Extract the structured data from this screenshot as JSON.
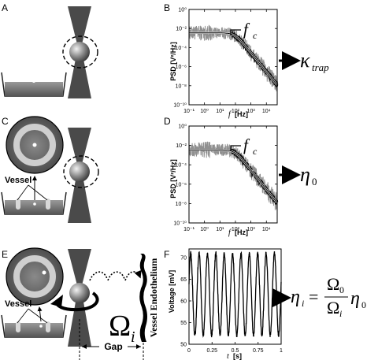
{
  "panels": {
    "A": {
      "letter": "A"
    },
    "B": {
      "letter": "B",
      "ylabel": "PSD [V²/Hz]",
      "xlabel_var": "f",
      "xlabel_unit": "[Hz]",
      "corner_label": "f",
      "corner_sub": "c",
      "result_symbol": "κ",
      "result_sub": "trap"
    },
    "C": {
      "letter": "C",
      "vessel_label": "Vessel"
    },
    "D": {
      "letter": "D",
      "ylabel": "PSD [V²/Hz]",
      "xlabel_var": "f",
      "xlabel_unit": "[Hz]",
      "corner_label": "f",
      "corner_sub": "c",
      "result_symbol": "η",
      "result_sub": "0"
    },
    "E": {
      "letter": "E",
      "vessel_label": "Vessel",
      "omega_symbol": "Ω",
      "omega_sub": "i",
      "endothelium_label": "Vessel Endothelium",
      "gap_label": "Gap"
    },
    "F": {
      "letter": "F",
      "ylabel": "Voltage [mV]",
      "xlabel_var": "t",
      "xlabel_unit": "[s]",
      "eq_lhs": "η",
      "eq_lhs_sub": "i",
      "eq_num": "Ω",
      "eq_num_sub": "0",
      "eq_den": "Ω",
      "eq_den_sub": "i",
      "eq_tail": "η",
      "eq_tail_sub": "0"
    }
  },
  "chart_data": [
    {
      "id": "B",
      "type": "line",
      "xscale": "log",
      "yscale": "log",
      "xlim": [
        0.1,
        50000
      ],
      "ylim": [
        1e-10,
        1
      ],
      "xticks": [
        0.1,
        1,
        10,
        100,
        1000,
        10000
      ],
      "xtick_labels": [
        "10⁻¹",
        "10⁰",
        "10¹",
        "10²",
        "10³",
        "10⁴"
      ],
      "yticks": [
        1e-10,
        1e-08,
        1e-06,
        0.0001,
        0.01,
        1
      ],
      "ytick_labels": [
        "10⁻¹⁰",
        "10⁻⁸",
        "10⁻⁶",
        "10⁻⁴",
        "10⁻²",
        "10⁰"
      ],
      "plateau": 0.0035,
      "corner_frequency": 90,
      "grid": false
    },
    {
      "id": "D",
      "type": "line",
      "xscale": "log",
      "yscale": "log",
      "xlim": [
        0.1,
        50000
      ],
      "ylim": [
        1e-10,
        1
      ],
      "xticks": [
        0.1,
        1,
        10,
        100,
        1000,
        10000
      ],
      "xtick_labels": [
        "10⁻¹",
        "10⁰",
        "10¹",
        "10²",
        "10³",
        "10⁴"
      ],
      "yticks": [
        1e-10,
        1e-08,
        1e-06,
        0.0001,
        0.01,
        1
      ],
      "ytick_labels": [
        "10⁻¹⁰",
        "10⁻⁸",
        "10⁻⁶",
        "10⁻⁴",
        "10⁻²",
        "10⁰"
      ],
      "plateau": 0.0035,
      "corner_frequency": 90,
      "grid": false
    },
    {
      "id": "F",
      "type": "line",
      "xlim": [
        0,
        1
      ],
      "ylim": [
        50,
        72
      ],
      "xticks": [
        0,
        0.25,
        0.5,
        0.75,
        1
      ],
      "xtick_labels": [
        "0",
        "0.25",
        "0.5",
        "0.75",
        "1"
      ],
      "yticks": [
        50,
        55,
        60,
        65,
        70
      ],
      "ytick_labels": [
        "50",
        "55",
        "60",
        "65",
        "70"
      ],
      "cycles": 11,
      "ymin_signal": 52,
      "ymax_signal": 71,
      "grid": false
    }
  ],
  "colors": {
    "beam": "#4a4a4a",
    "noise": "#909090",
    "fit": "#000000",
    "ring": "#c8c8c8",
    "dish": "#7a7a7a"
  }
}
